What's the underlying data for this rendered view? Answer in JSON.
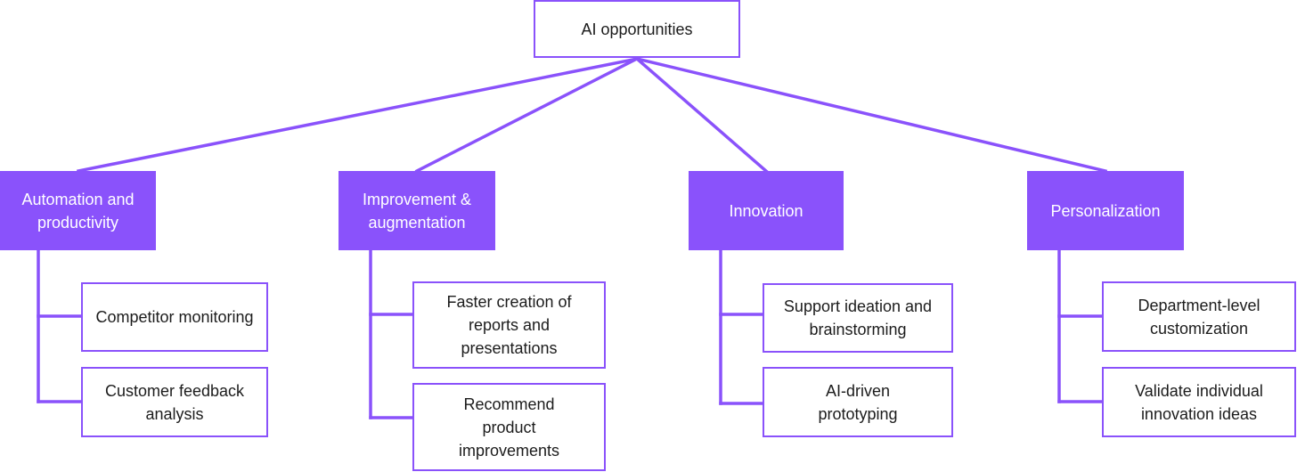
{
  "colors": {
    "accent": "#8a52fb",
    "text": "#1c1c1c",
    "category_text": "#ffffff",
    "background": "#ffffff"
  },
  "root": {
    "label": "AI opportunities"
  },
  "categories": [
    {
      "label": "Automation and productivity",
      "children": [
        {
          "label": "Competitor monitoring"
        },
        {
          "label": "Customer feedback analysis"
        }
      ]
    },
    {
      "label": "Improvement & augmentation",
      "children": [
        {
          "label": "Faster creation of reports and presentations"
        },
        {
          "label": "Recommend product improvements"
        }
      ]
    },
    {
      "label": "Innovation",
      "children": [
        {
          "label": "Support ideation and brainstorming"
        },
        {
          "label": "AI-driven prototyping"
        }
      ]
    },
    {
      "label": "Personalization",
      "children": [
        {
          "label": "Department-level customization"
        },
        {
          "label": "Validate individual innovation ideas"
        }
      ]
    }
  ]
}
